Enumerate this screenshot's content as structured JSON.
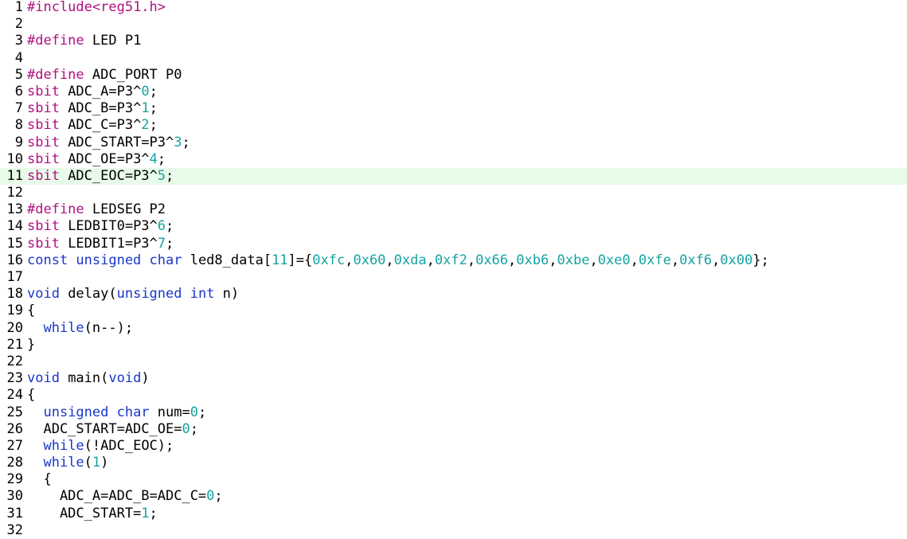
{
  "editor": {
    "current_line": 11,
    "colors": {
      "keyword": "#b0107f",
      "type": "#1a36c9",
      "number": "#16a3a3",
      "text": "#000000",
      "current_line_bg": "#e8fbe9"
    },
    "lines": [
      {
        "n": "1",
        "tokens": [
          [
            "kw",
            "#include"
          ],
          [
            "str",
            "<reg51.h>"
          ]
        ]
      },
      {
        "n": "2",
        "tokens": []
      },
      {
        "n": "3",
        "tokens": [
          [
            "kw",
            "#define"
          ],
          [
            "text",
            " LED P1"
          ]
        ]
      },
      {
        "n": "4",
        "tokens": []
      },
      {
        "n": "5",
        "tokens": [
          [
            "kw",
            "#define"
          ],
          [
            "text",
            " ADC_PORT P0"
          ]
        ]
      },
      {
        "n": "6",
        "tokens": [
          [
            "kw",
            "sbit"
          ],
          [
            "text",
            " ADC_A=P3^"
          ],
          [
            "num",
            "0"
          ],
          [
            "text",
            ";"
          ]
        ]
      },
      {
        "n": "7",
        "tokens": [
          [
            "kw",
            "sbit"
          ],
          [
            "text",
            " ADC_B=P3^"
          ],
          [
            "num",
            "1"
          ],
          [
            "text",
            ";"
          ]
        ]
      },
      {
        "n": "8",
        "tokens": [
          [
            "kw",
            "sbit"
          ],
          [
            "text",
            " ADC_C=P3^"
          ],
          [
            "num",
            "2"
          ],
          [
            "text",
            ";"
          ]
        ]
      },
      {
        "n": "9",
        "tokens": [
          [
            "kw",
            "sbit"
          ],
          [
            "text",
            " ADC_START=P3^"
          ],
          [
            "num",
            "3"
          ],
          [
            "text",
            ";"
          ]
        ]
      },
      {
        "n": "10",
        "tokens": [
          [
            "kw",
            "sbit"
          ],
          [
            "text",
            " ADC_OE=P3^"
          ],
          [
            "num",
            "4"
          ],
          [
            "text",
            ";"
          ]
        ]
      },
      {
        "n": "11",
        "tokens": [
          [
            "kw",
            "sbit"
          ],
          [
            "text",
            " ADC_EOC=P3^"
          ],
          [
            "num",
            "5"
          ],
          [
            "text",
            ";"
          ]
        ]
      },
      {
        "n": "12",
        "tokens": []
      },
      {
        "n": "13",
        "tokens": [
          [
            "kw",
            "#define"
          ],
          [
            "text",
            " LEDSEG P2"
          ]
        ]
      },
      {
        "n": "14",
        "tokens": [
          [
            "kw",
            "sbit"
          ],
          [
            "text",
            " LEDBIT0=P3^"
          ],
          [
            "num",
            "6"
          ],
          [
            "text",
            ";"
          ]
        ]
      },
      {
        "n": "15",
        "tokens": [
          [
            "kw",
            "sbit"
          ],
          [
            "text",
            " LEDBIT1=P3^"
          ],
          [
            "num",
            "7"
          ],
          [
            "text",
            ";"
          ]
        ]
      },
      {
        "n": "16",
        "tokens": [
          [
            "type",
            "const unsigned char"
          ],
          [
            "text",
            " led8_data["
          ],
          [
            "num",
            "11"
          ],
          [
            "text",
            "]={"
          ],
          [
            "num",
            "0xfc"
          ],
          [
            "text",
            ","
          ],
          [
            "num",
            "0x60"
          ],
          [
            "text",
            ","
          ],
          [
            "num",
            "0xda"
          ],
          [
            "text",
            ","
          ],
          [
            "num",
            "0xf2"
          ],
          [
            "text",
            ","
          ],
          [
            "num",
            "0x66"
          ],
          [
            "text",
            ","
          ],
          [
            "num",
            "0xb6"
          ],
          [
            "text",
            ","
          ],
          [
            "num",
            "0xbe"
          ],
          [
            "text",
            ","
          ],
          [
            "num",
            "0xe0"
          ],
          [
            "text",
            ","
          ],
          [
            "num",
            "0xfe"
          ],
          [
            "text",
            ","
          ],
          [
            "num",
            "0xf6"
          ],
          [
            "text",
            ","
          ],
          [
            "num",
            "0x00"
          ],
          [
            "text",
            "};"
          ]
        ]
      },
      {
        "n": "17",
        "tokens": []
      },
      {
        "n": "18",
        "tokens": [
          [
            "type",
            "void"
          ],
          [
            "text",
            " delay("
          ],
          [
            "type",
            "unsigned int"
          ],
          [
            "text",
            " n)"
          ]
        ]
      },
      {
        "n": "19",
        "tokens": [
          [
            "text",
            "{"
          ]
        ]
      },
      {
        "n": "20",
        "tokens": [
          [
            "text",
            "  "
          ],
          [
            "type",
            "while"
          ],
          [
            "text",
            "(n--);"
          ]
        ]
      },
      {
        "n": "21",
        "tokens": [
          [
            "text",
            "}"
          ]
        ]
      },
      {
        "n": "22",
        "tokens": []
      },
      {
        "n": "23",
        "tokens": [
          [
            "type",
            "void"
          ],
          [
            "text",
            " main("
          ],
          [
            "type",
            "void"
          ],
          [
            "text",
            ")"
          ]
        ]
      },
      {
        "n": "24",
        "tokens": [
          [
            "text",
            "{"
          ]
        ]
      },
      {
        "n": "25",
        "tokens": [
          [
            "text",
            "  "
          ],
          [
            "type",
            "unsigned char"
          ],
          [
            "text",
            " num="
          ],
          [
            "num",
            "0"
          ],
          [
            "text",
            ";"
          ]
        ]
      },
      {
        "n": "26",
        "tokens": [
          [
            "text",
            "  ADC_START=ADC_OE="
          ],
          [
            "num",
            "0"
          ],
          [
            "text",
            ";"
          ]
        ]
      },
      {
        "n": "27",
        "tokens": [
          [
            "text",
            "  "
          ],
          [
            "type",
            "while"
          ],
          [
            "text",
            "(!ADC_EOC);"
          ]
        ]
      },
      {
        "n": "28",
        "tokens": [
          [
            "text",
            "  "
          ],
          [
            "type",
            "while"
          ],
          [
            "text",
            "("
          ],
          [
            "num",
            "1"
          ],
          [
            "text",
            ")"
          ]
        ]
      },
      {
        "n": "29",
        "tokens": [
          [
            "text",
            "  {"
          ]
        ]
      },
      {
        "n": "30",
        "tokens": [
          [
            "text",
            "    ADC_A=ADC_B=ADC_C="
          ],
          [
            "num",
            "0"
          ],
          [
            "text",
            ";"
          ]
        ]
      },
      {
        "n": "31",
        "tokens": [
          [
            "text",
            "    ADC_START="
          ],
          [
            "num",
            "1"
          ],
          [
            "text",
            ";"
          ]
        ]
      },
      {
        "n": "32",
        "tokens": [
          [
            "text",
            "    "
          ]
        ]
      }
    ]
  }
}
